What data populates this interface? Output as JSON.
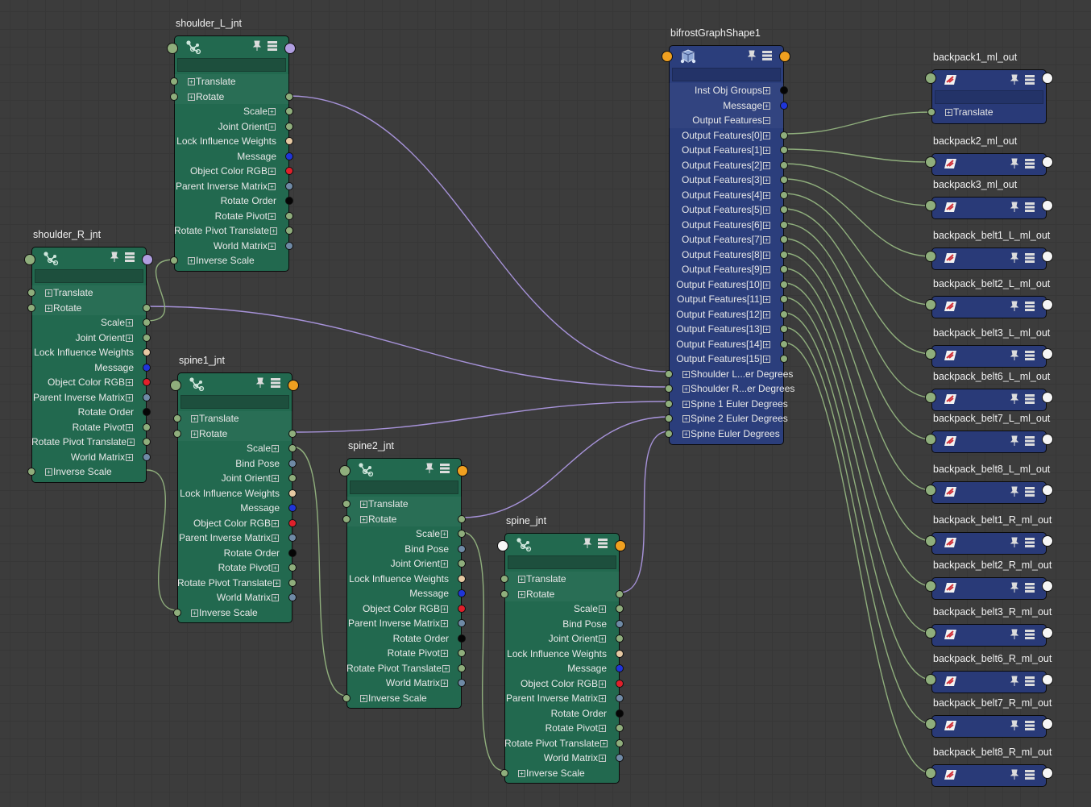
{
  "nodes": {
    "shoulder_L_jnt": {
      "title": "shoulder_L_jnt",
      "in_attrs": [
        "Translate",
        "Rotate"
      ],
      "out_attrs": [
        "Scale",
        "Joint Orient",
        "Lock Influence Weights",
        "Message",
        "Object Color RGB",
        "Parent Inverse Matrix",
        "Rotate Order",
        "Rotate Pivot",
        "Rotate Pivot Translate",
        "World Matrix"
      ],
      "last_attr": "Inverse Scale"
    },
    "shoulder_R_jnt": {
      "title": "shoulder_R_jnt",
      "in_attrs": [
        "Translate",
        "Rotate"
      ],
      "out_attrs": [
        "Scale",
        "Joint Orient",
        "Lock Influence Weights",
        "Message",
        "Object Color RGB",
        "Parent Inverse Matrix",
        "Rotate Order",
        "Rotate Pivot",
        "Rotate Pivot Translate",
        "World Matrix"
      ],
      "last_attr": "Inverse Scale"
    },
    "spine1_jnt": {
      "title": "spine1_jnt",
      "in_attrs": [
        "Translate",
        "Rotate"
      ],
      "out_attrs": [
        "Scale",
        "Bind Pose",
        "Joint Orient",
        "Lock Influence Weights",
        "Message",
        "Object Color RGB",
        "Parent Inverse Matrix",
        "Rotate Order",
        "Rotate Pivot",
        "Rotate Pivot Translate",
        "World Matrix"
      ],
      "last_attr": "Inverse Scale"
    },
    "spine2_jnt": {
      "title": "spine2_jnt",
      "in_attrs": [
        "Translate",
        "Rotate"
      ],
      "out_attrs": [
        "Scale",
        "Bind Pose",
        "Joint Orient",
        "Lock Influence Weights",
        "Message",
        "Object Color RGB",
        "Parent Inverse Matrix",
        "Rotate Order",
        "Rotate Pivot",
        "Rotate Pivot Translate",
        "World Matrix"
      ],
      "last_attr": "Inverse Scale"
    },
    "spine_jnt": {
      "title": "spine_jnt",
      "in_attrs": [
        "Translate",
        "Rotate"
      ],
      "out_attrs": [
        "Scale",
        "Bind Pose",
        "Joint Orient",
        "Lock Influence Weights",
        "Message",
        "Object Color RGB",
        "Parent Inverse Matrix",
        "Rotate Order",
        "Rotate Pivot",
        "Rotate Pivot Translate",
        "World Matrix"
      ],
      "last_attr": "Inverse Scale"
    },
    "bifrost": {
      "title": "bifrostGraphShape1",
      "out_attrs": [
        "Inst Obj Groups",
        "Message",
        "Output Features",
        "Output Features[0]",
        "Output Features[1]",
        "Output Features[2]",
        "Output Features[3]",
        "Output Features[4]",
        "Output Features[5]",
        "Output Features[6]",
        "Output Features[7]",
        "Output Features[8]",
        "Output Features[9]",
        "Output Features[10]",
        "Output Features[11]",
        "Output Features[12]",
        "Output Features[13]",
        "Output Features[14]",
        "Output Features[15]"
      ],
      "in_attrs": [
        "Shoulder L...er Degrees",
        "Shoulder R...er Degrees",
        "Spine 1 Euler Degrees",
        "Spine 2 Euler Degrees",
        "Spine Euler Degrees"
      ]
    },
    "outputs": [
      {
        "title": "backpack1_ml_out",
        "attr": "Translate"
      },
      {
        "title": "backpack2_ml_out"
      },
      {
        "title": "backpack3_ml_out"
      },
      {
        "title": "backpack_belt1_L_ml_out"
      },
      {
        "title": "backpack_belt2_L_ml_out"
      },
      {
        "title": "backpack_belt3_L_ml_out"
      },
      {
        "title": "backpack_belt6_L_ml_out"
      },
      {
        "title": "backpack_belt7_L_ml_out"
      },
      {
        "title": "backpack_belt8_L_ml_out"
      },
      {
        "title": "backpack_belt1_R_ml_out"
      },
      {
        "title": "backpack_belt2_R_ml_out"
      },
      {
        "title": "backpack_belt3_R_ml_out"
      },
      {
        "title": "backpack_belt6_R_ml_out"
      },
      {
        "title": "backpack_belt7_R_ml_out"
      },
      {
        "title": "backpack_belt8_R_ml_out"
      }
    ]
  },
  "icons": {
    "joint": "joint-hierarchy-icon",
    "bifrost": "bifrost-graph-icon",
    "locator": "locator-icon",
    "pin": "pin-icon",
    "layout": "attribute-list-icon"
  },
  "colors": {
    "joint_node": "#22694f",
    "bifrost_node": "#2b3e7c",
    "output_node": "#293a78",
    "wire_purple": "#a692d8",
    "wire_green": "#8fae7c",
    "port_default": "#8fae7c",
    "port_message": "#1f35d9",
    "port_color": "#e0202b",
    "port_lock": "#e6c9a3",
    "port_order": "#050505",
    "port_matrix": "#6f8aa6",
    "port_orange": "#f0a020",
    "port_lilac": "#b09ee0",
    "port_white": "#f6f6f6"
  }
}
